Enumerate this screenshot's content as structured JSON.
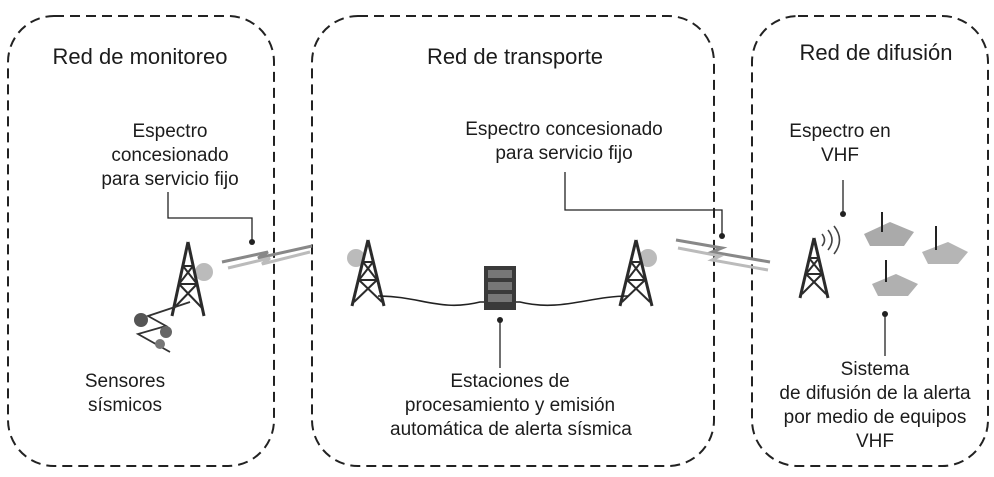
{
  "panels": [
    {
      "title": "Red de monitoreo"
    },
    {
      "title": "Red de transporte"
    },
    {
      "title": "Red de difusión"
    }
  ],
  "labels": {
    "spectrum_monitoring": [
      "Espectro",
      "concesionado",
      "para servicio fijo"
    ],
    "spectrum_transport": [
      "Espectro concesionado",
      "para servicio fijo"
    ],
    "spectrum_vhf": [
      "Espectro en",
      "VHF"
    ],
    "sensors": [
      "Sensores",
      "sísmicos"
    ],
    "processing": [
      "Estaciones de",
      "procesamiento y emisión",
      "automática de alerta sísmica"
    ],
    "broadcast": [
      "Sistema",
      "de difusión de la alerta",
      "por medio de equipos",
      "VHF"
    ]
  },
  "colors": {
    "line": "#222222",
    "tower": "#2b2b2b",
    "antenna_glow": "#b9b9b9",
    "roof": "#9a9a9a"
  },
  "icons": [
    "radio-tower-icon",
    "server-icon",
    "seismic-sensor-icon",
    "microwave-link-icon",
    "vhf-signal-icon",
    "house-icon"
  ]
}
